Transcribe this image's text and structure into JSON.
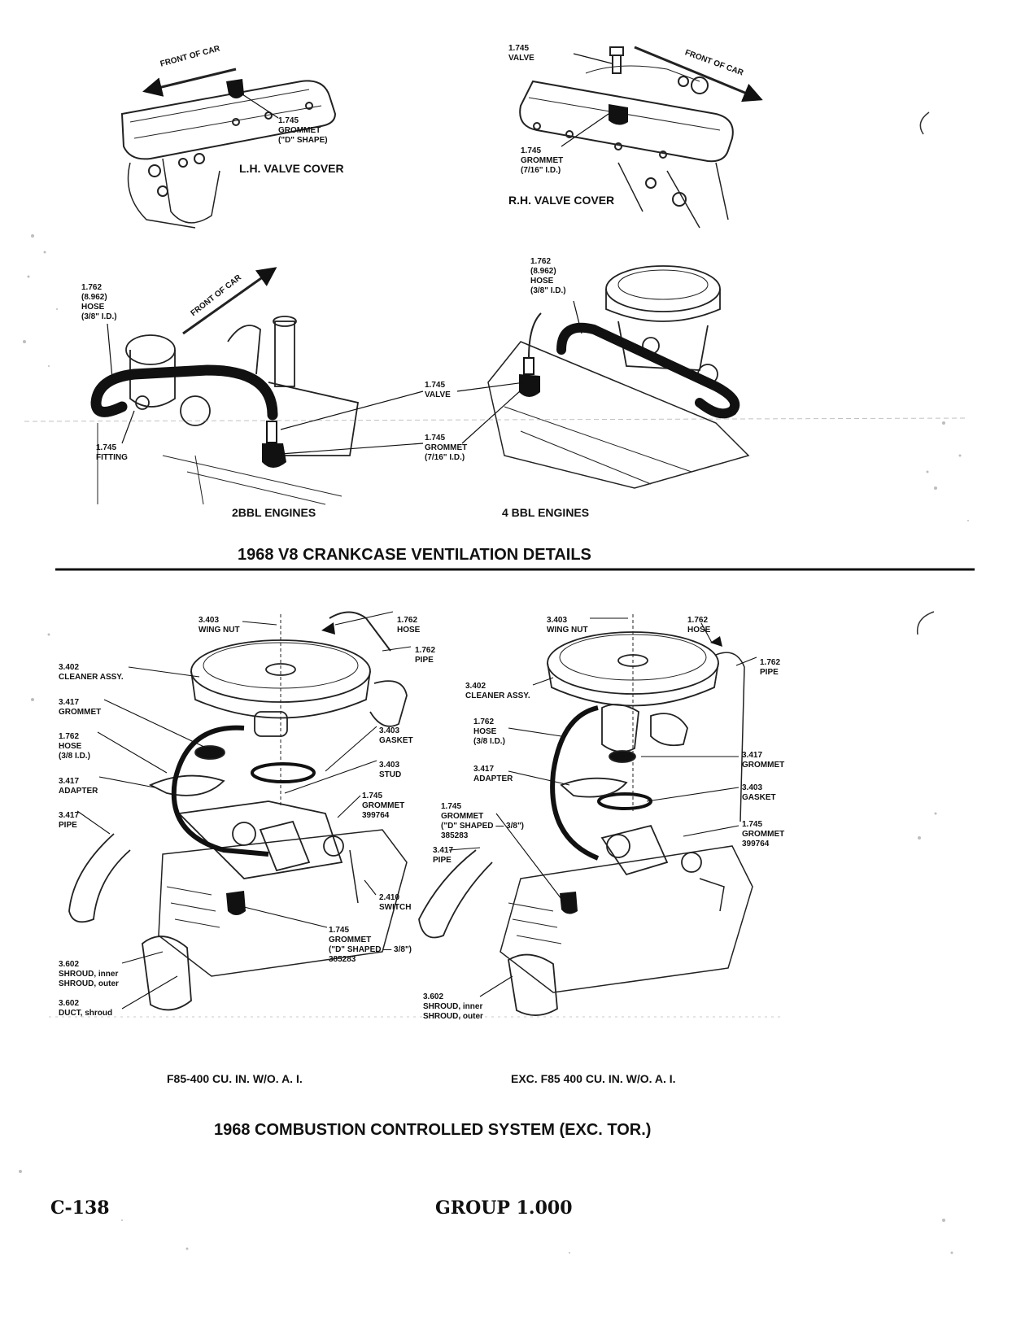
{
  "crankcase": {
    "title": "1968 V8 CRANKCASE VENTILATION DETAILS",
    "lh_cover": {
      "caption": "L.H. VALVE COVER",
      "front": "FRONT OF CAR",
      "grommet": "1.745\nGROMMET\n(\"D\" SHAPE)"
    },
    "rh_cover": {
      "caption": "R.H. VALVE COVER",
      "front": "FRONT OF CAR",
      "valve": "1.745\nVALVE",
      "grommet": "1.745\nGROMMET\n(7/16\" I.D.)"
    },
    "engines_2bbl": {
      "caption": "2BBL ENGINES",
      "front": "FRONT OF CAR",
      "hose": "1.762\n(8.962)\nHOSE\n(3/8\" I.D.)",
      "fitting": "1.745\nFITTING"
    },
    "engines_4bbl": {
      "caption": "4 BBL ENGINES",
      "hose": "1.762\n(8.962)\nHOSE\n(3/8\" I.D.)"
    },
    "shared": {
      "valve": "1.745\nVALVE",
      "grommet": "1.745\nGROMMET\n(7/16\" I.D.)"
    }
  },
  "combustion": {
    "title": "1968 COMBUSTION CONTROLLED SYSTEM (EXC. TOR.)",
    "left": {
      "caption": "F85-400 CU. IN. W/O. A. I.",
      "wing_nut": "3.403\nWING NUT",
      "hose_top": "1.762\nHOSE",
      "pipe_top": "1.762\nPIPE",
      "cleaner": "3.402\nCLEANER ASSY.",
      "grommet_3417": "3.417\nGROMMET",
      "hose_id": "1.762\nHOSE\n(3/8 I.D.)",
      "adapter": "3.417\nADAPTER",
      "pipe_3417": "3.417\nPIPE",
      "gasket": "3.403\nGASKET",
      "stud": "3.403\nSTUD",
      "grommet_399764": "1.745\nGROMMET\n399764",
      "switch": "2.410\nSWITCH",
      "grommet_d": "1.745\nGROMMET\n(\"D\" SHAPED — 3/8\")\n385283",
      "shroud": "3.602\nSHROUD, inner\nSHROUD, outer",
      "duct": "3.602\nDUCT, shroud"
    },
    "right": {
      "caption": "EXC. F85 400 CU. IN. W/O. A. I.",
      "wing_nut": "3.403\nWING NUT",
      "hose_top": "1.762\nHOSE",
      "pipe_top": "1.762\nPIPE",
      "cleaner": "3.402\nCLEANER ASSY.",
      "hose_id": "1.762\nHOSE\n(3/8 I.D.)",
      "adapter": "3.417\nADAPTER",
      "grommet_d": "1.745\nGROMMET\n(\"D\" SHAPED — 3/8\")\n385283",
      "pipe_3417": "3.417\nPIPE",
      "grommet_3417": "3.417\nGROMMET",
      "gasket": "3.403\nGASKET",
      "grommet_399764": "1.745\nGROMMET\n399764",
      "shroud": "3.602\nSHROUD, inner\nSHROUD, outer"
    }
  },
  "footer": {
    "page": "C-138",
    "group": "GROUP 1.000"
  }
}
